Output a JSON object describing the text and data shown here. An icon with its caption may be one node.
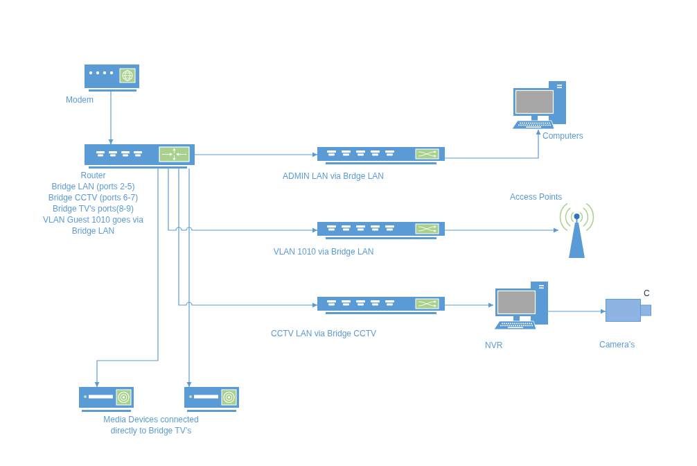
{
  "diagram": {
    "nodes": [
      {
        "text": [
          "Modem"
        ]
      },
      {
        "text": [
          "Router",
          "Bridge LAN (ports 2-5)",
          "Bridge CCTV (ports 6-7)",
          "Bridge TV’s ports(8-9)",
          "VLAN Guest 1010 goes via Bridge LAN"
        ]
      },
      {
        "text": [
          "ADMIN LAN via Brdge LAN"
        ]
      },
      {
        "text": [
          "Computers"
        ]
      },
      {
        "text": [
          "VLAN 1010 via Bridge LAN"
        ]
      },
      {
        "text": [
          "Access Points"
        ]
      },
      {
        "text": [
          "CCTV LAN via Bridge CCTV"
        ]
      },
      {
        "text": [
          "NVR"
        ]
      },
      {
        "text": [
          "Camera’s"
        ],
        "beside": [
          "C"
        ]
      },
      {
        "text": [],
        "shape": "picture"
      },
      {
        "text": [],
        "shape": "picture"
      }
    ],
    "edges": [
      {
        "from": 0,
        "to": 1,
        "arrow": "to"
      },
      {
        "from": 1,
        "to": 2,
        "arrow": "to"
      },
      {
        "from": 1,
        "to": 4,
        "arrow": "to"
      },
      {
        "from": 1,
        "to": 6,
        "arrow": "to"
      },
      {
        "from": 1,
        "to": 9,
        "arrow": "to"
      },
      {
        "from": 1,
        "to": 10,
        "arrow": "to"
      },
      {
        "from": 2,
        "to": 3,
        "arrow": "to"
      },
      {
        "from": 4,
        "to": 5,
        "arrow": "to"
      },
      {
        "from": 6,
        "to": 7,
        "arrow": "to"
      },
      {
        "from": 7,
        "to": 8,
        "arrow": "to"
      }
    ],
    "labels": [
      "Media Devices connected directly to Bridge TV’s"
    ]
  }
}
